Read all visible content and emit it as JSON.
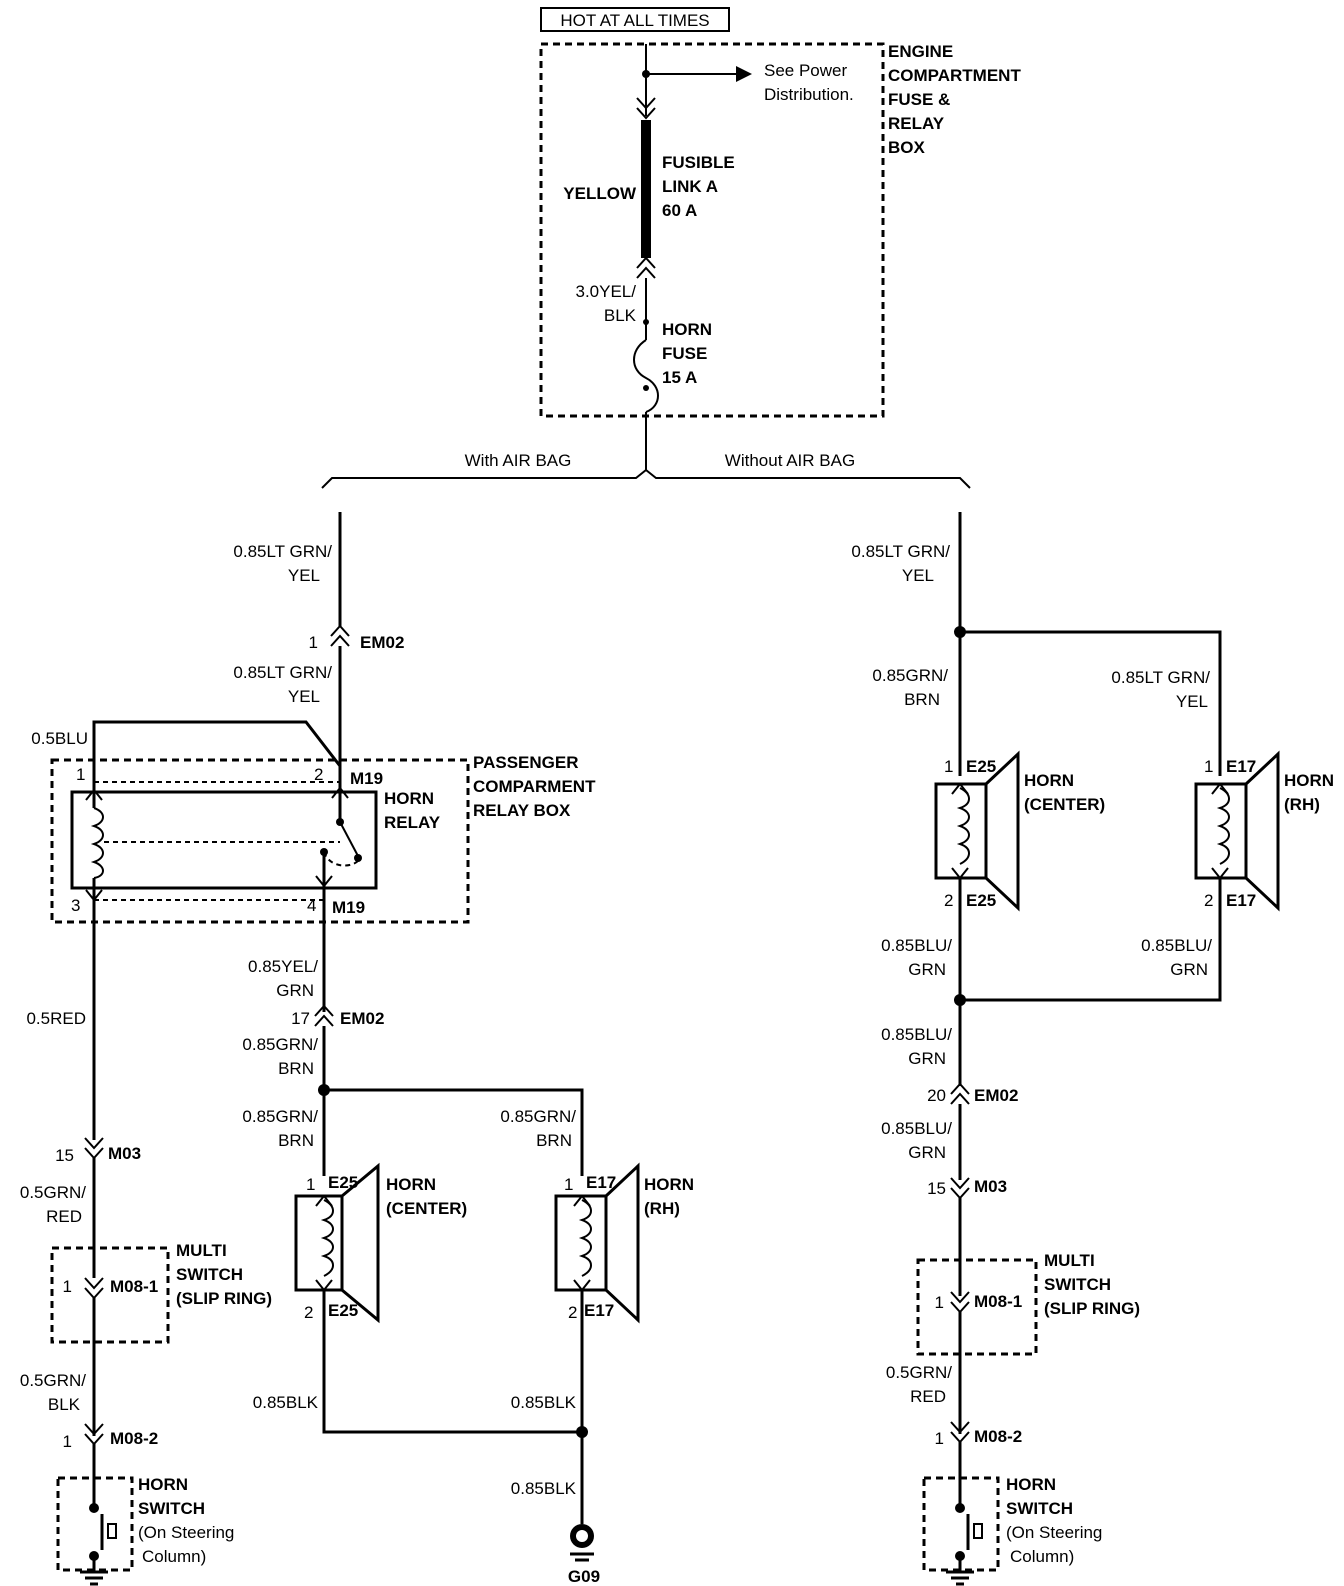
{
  "top": {
    "hot_label": "HOT AT ALL TIMES",
    "see_power_1": "See Power",
    "see_power_2": "Distribution.",
    "box_label": [
      "ENGINE",
      "COMPARTMENT",
      "FUSE &",
      "RELAY",
      "BOX"
    ],
    "fusible_wire": "YELLOW",
    "fusible_link": [
      "FUSIBLE",
      "LINK A",
      "60 A"
    ],
    "fuse_in_wire": [
      "3.0YEL/",
      "BLK"
    ],
    "horn_fuse": [
      "HORN",
      "FUSE",
      "15 A"
    ],
    "with_airbag": "With AIR BAG",
    "without_airbag": "Without AIR BAG"
  },
  "left": {
    "feed_wire": [
      "0.85LT GRN/",
      "YEL"
    ],
    "em02_top_pin": "1",
    "em02": "EM02",
    "relay_in_wire": [
      "0.85LT GRN/",
      "YEL"
    ],
    "blu_wire": "0.5BLU",
    "relay_pin1": "1",
    "relay_pin2": "2",
    "relay_pin3": "3",
    "relay_pin4": "4",
    "m19": "M19",
    "horn_relay": [
      "HORN",
      "RELAY"
    ],
    "relay_box": [
      "PASSENGER",
      "COMPARMENT",
      "RELAY BOX"
    ],
    "red_wire": "0.5RED",
    "m03_pin": "15",
    "m03": "M03",
    "grn_red_wire": [
      "0.5GRN/",
      "RED"
    ],
    "multi_switch": [
      "MULTI",
      "SWITCH",
      "(SLIP RING)"
    ],
    "m08_1_pin": "1",
    "m08_1": "M08-1",
    "grn_blk_wire": [
      "0.5GRN/",
      "BLK"
    ],
    "m08_2_pin": "1",
    "m08_2": "M08-2",
    "horn_switch": [
      "HORN",
      "SWITCH",
      "(On Steering",
      "Column)"
    ],
    "yel_grn_wire": [
      "0.85YEL/",
      "GRN"
    ],
    "em02_17_pin": "17",
    "grn_brn_wire": [
      "0.85GRN/",
      "BRN"
    ],
    "center_wire": [
      "0.85GRN/",
      "BRN"
    ],
    "rh_wire": [
      "0.85GRN/",
      "BRN"
    ],
    "e25_pin1": "1",
    "e25_pin2": "2",
    "e25": "E25",
    "e17_pin1": "1",
    "e17_pin2": "2",
    "e17": "E17",
    "horn_center": [
      "HORN",
      "(CENTER)"
    ],
    "horn_rh": [
      "HORN",
      "(RH)"
    ],
    "blk_center": "0.85BLK",
    "blk_rh": "0.85BLK",
    "blk_ground": "0.85BLK",
    "ground": "G09"
  },
  "right": {
    "feed_wire": [
      "0.85LT GRN/",
      "YEL"
    ],
    "center_wire": [
      "0.85GRN/",
      "BRN"
    ],
    "rh_wire": [
      "0.85LT GRN/",
      "YEL"
    ],
    "e25_pin1": "1",
    "e25_pin2": "2",
    "e25": "E25",
    "e17_pin1": "1",
    "e17_pin2": "2",
    "e17": "E17",
    "horn_center": [
      "HORN",
      "(CENTER)"
    ],
    "horn_rh": [
      "HORN",
      "(RH)"
    ],
    "blu_center": [
      "0.85BLU/",
      "GRN"
    ],
    "blu_rh": [
      "0.85BLU/",
      "GRN"
    ],
    "blu_join": [
      "0.85BLU/",
      "GRN"
    ],
    "em02_pin": "20",
    "em02": "EM02",
    "blu_m03": [
      "0.85BLU/",
      "GRN"
    ],
    "m03_pin": "15",
    "m03": "M03",
    "multi_switch": [
      "MULTI",
      "SWITCH",
      "(SLIP RING)"
    ],
    "m08_1_pin": "1",
    "m08_1": "M08-1",
    "grn_red_wire": [
      "0.5GRN/",
      "RED"
    ],
    "m08_2_pin": "1",
    "m08_2": "M08-2",
    "horn_switch": [
      "HORN",
      "SWITCH",
      "(On Steering",
      "Column)"
    ]
  }
}
